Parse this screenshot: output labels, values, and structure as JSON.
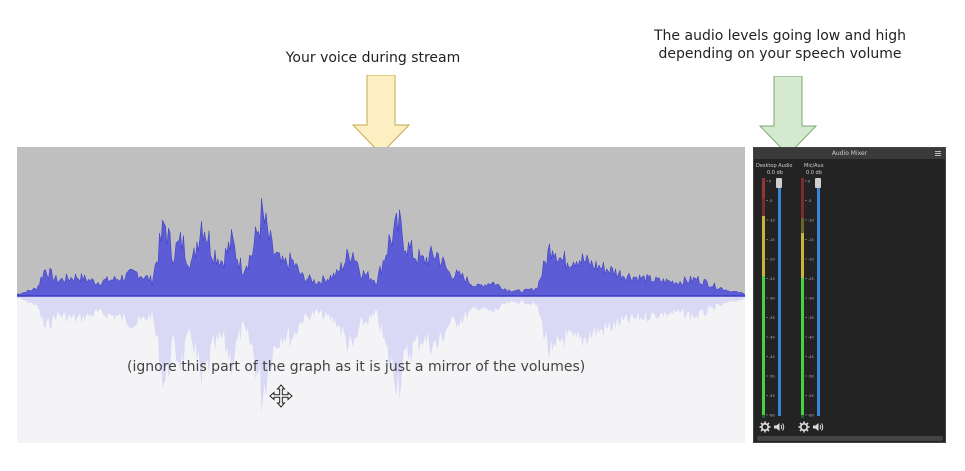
{
  "annotations": {
    "voice_caption": "Your voice during stream",
    "levels_caption_line1": "The audio levels going low and high",
    "levels_caption_line2": "depending on your speech volume",
    "mirror_note": "(ignore this part of the graph as it is just a mirror of the volumes)"
  },
  "colors": {
    "yellow_arrow": "#fcf0c2",
    "green_arrow": "#d5e8d0",
    "waveform": "#4c4cd0",
    "waveform_mirror": "#d7d7f4",
    "meter_green": "#3ec83e",
    "meter_yellow": "#c8b43e",
    "meter_red": "#c83e3e",
    "slider": "#3b83d4"
  },
  "audio_mixer": {
    "title": "Audio Mixer",
    "channels": [
      {
        "name": "Desktop Audio",
        "db": "0.0 db",
        "icons": [
          "gear-icon",
          "speaker-icon"
        ]
      },
      {
        "name": "Mic/Aux",
        "db": "0.0 db",
        "icons": [
          "gear-icon",
          "speaker-icon"
        ]
      }
    ],
    "scale_labels": [
      "0",
      "-5",
      "-10",
      "-15",
      "-20",
      "-25",
      "-30",
      "-35",
      "-40",
      "-45",
      "-50",
      "-55",
      "-60"
    ]
  }
}
